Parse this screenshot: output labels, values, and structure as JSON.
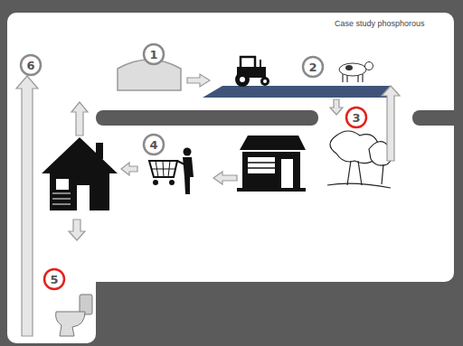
{
  "diagram": {
    "title": "Case study phosphorous",
    "nodes": [
      {
        "text": [
          "1"
        ]
      },
      {
        "text": [
          "2"
        ]
      },
      {
        "text": [
          "3"
        ]
      },
      {
        "text": [
          "4"
        ]
      },
      {
        "text": [
          "5"
        ]
      },
      {
        "text": [
          "6"
        ]
      }
    ]
  }
}
